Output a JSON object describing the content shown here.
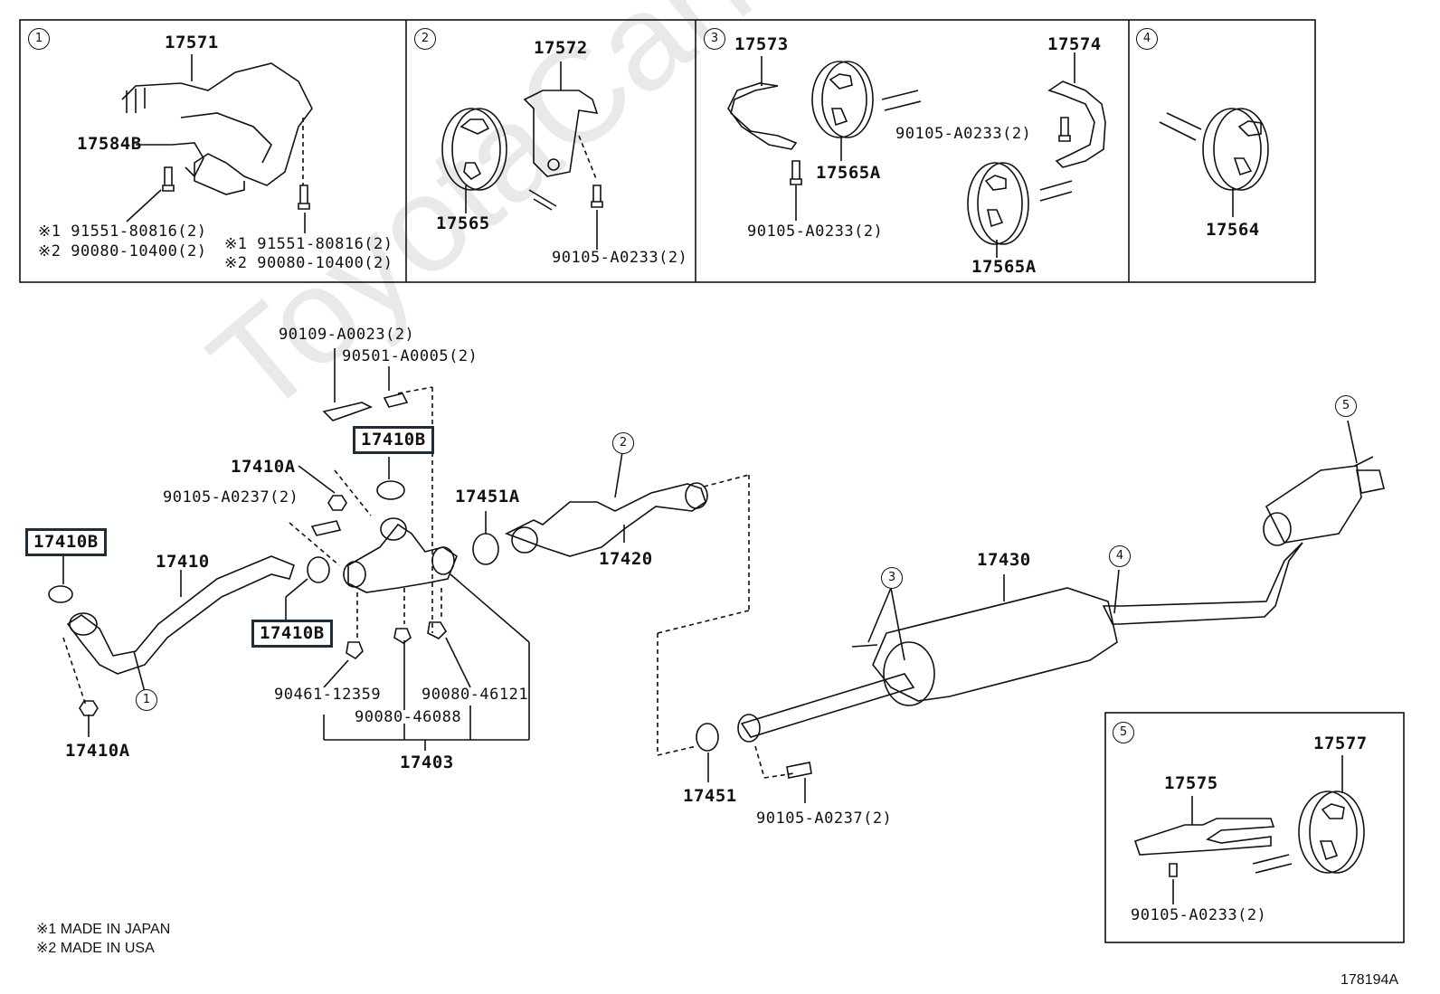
{
  "watermark": "ToyotaCarMine.ru",
  "figure_id": "178194A",
  "notes": {
    "note1": "※1 MADE IN JAPAN",
    "note2": "※2 MADE IN USA"
  },
  "panels": {
    "p1": {
      "num": "1",
      "part_a": "17571",
      "part_b": "17584B",
      "l1": "※1 91551-80816(2)",
      "l2": "※2 90080-10400(2)",
      "r1": "※1 91551-80816(2)",
      "r2": "※2 90080-10400(2)"
    },
    "p2": {
      "num": "2",
      "part_a": "17572",
      "part_b": "17565",
      "bolt": "90105-A0233(2)"
    },
    "p3": {
      "num": "3",
      "part_a": "17573",
      "part_b": "17565A",
      "bolt_a": "90105-A0233(2)",
      "part_c": "17574",
      "bolt_b": "90105-A0233(2)",
      "part_d": "17565A"
    },
    "p4": {
      "num": "4",
      "part_a": "17564"
    },
    "p5": {
      "num": "5",
      "part_a": "17577",
      "part_b": "17575",
      "bolt": "90105-A0233(2)"
    }
  },
  "main": {
    "bolt_a": "90109-A0023(2)",
    "spring": "90501-A0005(2)",
    "gasket_top": "17410B",
    "nut_top": "17410A",
    "bolt_b": "90105-A0237(2)",
    "gasket_left": "17410B",
    "pipe_front": "17410",
    "gasket_mid": "17410B",
    "nut_bottom": "17410A",
    "gasket_cat": "17451A",
    "cat": "17420",
    "clamp1": "90461-12359",
    "clamp2": "90080-46088",
    "clamp3": "90080-46121",
    "assembly": "17403",
    "center_muffler": "17430",
    "gasket_rear": "17451",
    "bolt_rear": "90105-A0237(2)",
    "callout1": "1",
    "callout2": "2",
    "callout3": "3",
    "callout4": "4",
    "callout5": "5"
  }
}
